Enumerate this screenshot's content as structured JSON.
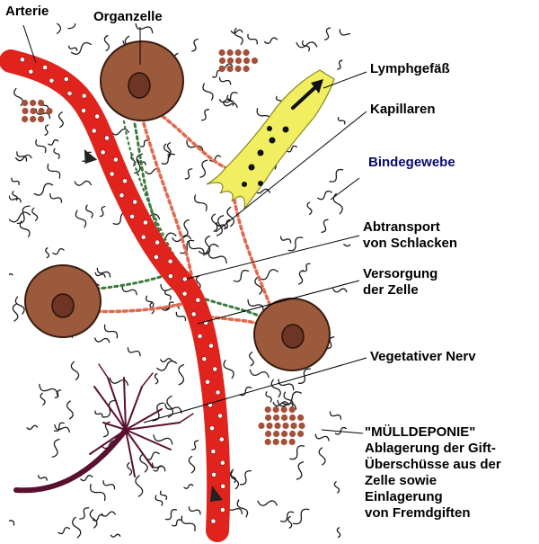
{
  "labels": {
    "arterie": "Arterie",
    "organzelle": "Organzelle",
    "lymphgefaess": "Lymphgefäß",
    "kapillaren": "Kapillaren",
    "bindegewebe": "Bindegewebe",
    "abtransport_1": "Abtransport",
    "abtransport_2": "von Schlacken",
    "versorgung_1": "Versorgung",
    "versorgung_2": "der Zelle",
    "nerv": "Vegetativer Nerv",
    "muell_1": "\"MÜLLDEPONIE\"",
    "muell_2": "Ablagerung der Gift-",
    "muell_3": "Überschüsse aus der",
    "muell_4": "Zelle sowie",
    "muell_5": "Einlagerung",
    "muell_6": "von Fremdgiften"
  },
  "colors": {
    "artery": "#e0241d",
    "cell": "#9b5a3c",
    "nucleus": "#6e3424",
    "lymph": "#f2ee62",
    "capillary_red": "#e06a4e",
    "capillary_green": "#3a7a3a",
    "nerve": "#5a1030",
    "deposit": "#a4503a",
    "tissue": "#1a1a1a"
  },
  "icons": {
    "arterie": "artery-vessel-icon",
    "organzelle": "cell-icon",
    "lymph": "lymph-vessel-icon",
    "nerv": "nerve-icon",
    "deposit": "deposit-dots-icon"
  }
}
